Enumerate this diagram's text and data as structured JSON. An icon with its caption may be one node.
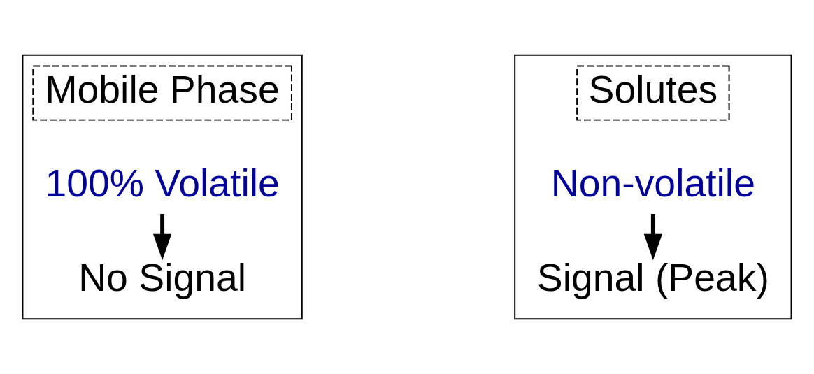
{
  "diagram": {
    "nodes": [
      {
        "text": [],
        "shape": "box"
      },
      {
        "text": [
          "Mobile Phase"
        ],
        "in": 0
      },
      {
        "text": [
          "100% Volatile"
        ],
        "in": 0
      },
      {
        "text": [
          "No Signal"
        ],
        "in": 0
      },
      {
        "text": [],
        "shape": "box"
      },
      {
        "text": [
          "Solutes"
        ],
        "in": 4
      },
      {
        "text": [
          "Non-volatile"
        ],
        "in": 4
      },
      {
        "text": [
          "Signal (Peak)"
        ],
        "in": 4
      }
    ],
    "edges": [
      {
        "from": 2,
        "to": 3,
        "arrow": "to"
      },
      {
        "from": 6,
        "to": 7,
        "arrow": "to"
      }
    ]
  }
}
